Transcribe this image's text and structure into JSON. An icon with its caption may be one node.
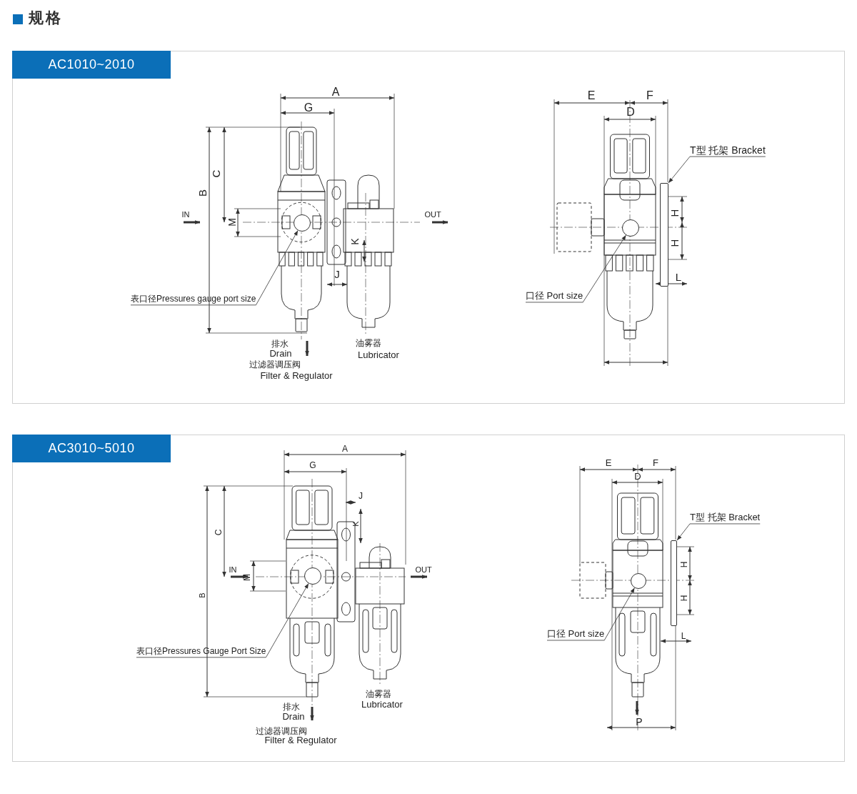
{
  "diagram": {
    "title": "规格",
    "nodes": [
      {
        "text": [
          "AC1010~2010"
        ]
      },
      {
        "text": [
          "表口径Pressures gauge port size"
        ],
        "in": 0
      },
      {
        "text": [],
        "shape": "circle",
        "in": 0
      },
      {
        "text": [
          "T型 托架 Bracket"
        ],
        "in": 0
      },
      {
        "text": [],
        "shape": "bar",
        "in": 0
      },
      {
        "text": [
          "口径 Port size"
        ],
        "in": 0
      },
      {
        "text": [],
        "shape": "circle",
        "in": 0
      },
      {
        "text": [
          "AC3010~5010"
        ]
      },
      {
        "text": [
          "表口径Pressures Gauge Port Size"
        ],
        "in": 7
      },
      {
        "text": [],
        "shape": "circle",
        "in": 7
      },
      {
        "text": [
          "T型 托架 Bracket"
        ],
        "in": 7
      },
      {
        "text": [],
        "shape": "bar",
        "in": 7
      },
      {
        "text": [
          "口径 Port size"
        ],
        "in": 7
      },
      {
        "text": [],
        "shape": "circle",
        "in": 7
      }
    ],
    "edges": [
      {
        "from": 1,
        "to": 2,
        "arrow": "to"
      },
      {
        "from": 3,
        "to": 4,
        "arrow": "to"
      },
      {
        "from": 5,
        "to": 6,
        "arrow": "to"
      },
      {
        "from": 8,
        "to": 9,
        "arrow": "to"
      },
      {
        "from": 10,
        "to": 11,
        "arrow": "to"
      },
      {
        "from": 12,
        "to": 13,
        "arrow": "to"
      }
    ],
    "labels": [
      "A",
      "E",
      "F",
      "G",
      "D",
      "C",
      "B",
      "IN",
      "M",
      "OUT",
      "H",
      "K",
      "H",
      "J",
      "L",
      "排水",
      "油雾器",
      "Drain",
      "Lubricator",
      "过滤器调压阀",
      "Filter & Regulator",
      "A",
      "G",
      "E",
      "F",
      "D",
      "J",
      "K",
      "C",
      "IN",
      "M",
      "OUT",
      "H",
      "B",
      "H",
      "L",
      "油雾器",
      "排水",
      "Lubricator",
      "Drain",
      "P",
      "过滤器调压阀",
      "Filter & Regulator"
    ]
  }
}
